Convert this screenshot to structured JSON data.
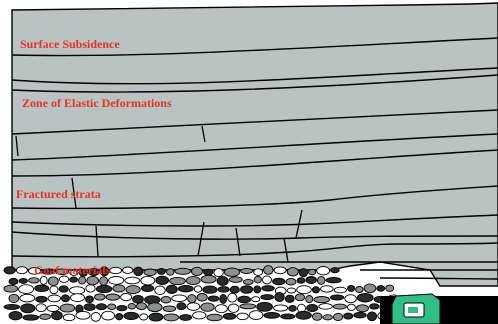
{
  "labels": {
    "surface_subsidence": "Surface Subsidence",
    "elastic_zone": "Zone of Elastic Deformations",
    "fractured": "Fractured strata",
    "goaf": "Goaf materials"
  },
  "colors": {
    "strata_fill": "#b9c3c3",
    "line": "#000000",
    "label": "#e8321e",
    "support": "#2fbf86",
    "background": "#ffffff"
  }
}
